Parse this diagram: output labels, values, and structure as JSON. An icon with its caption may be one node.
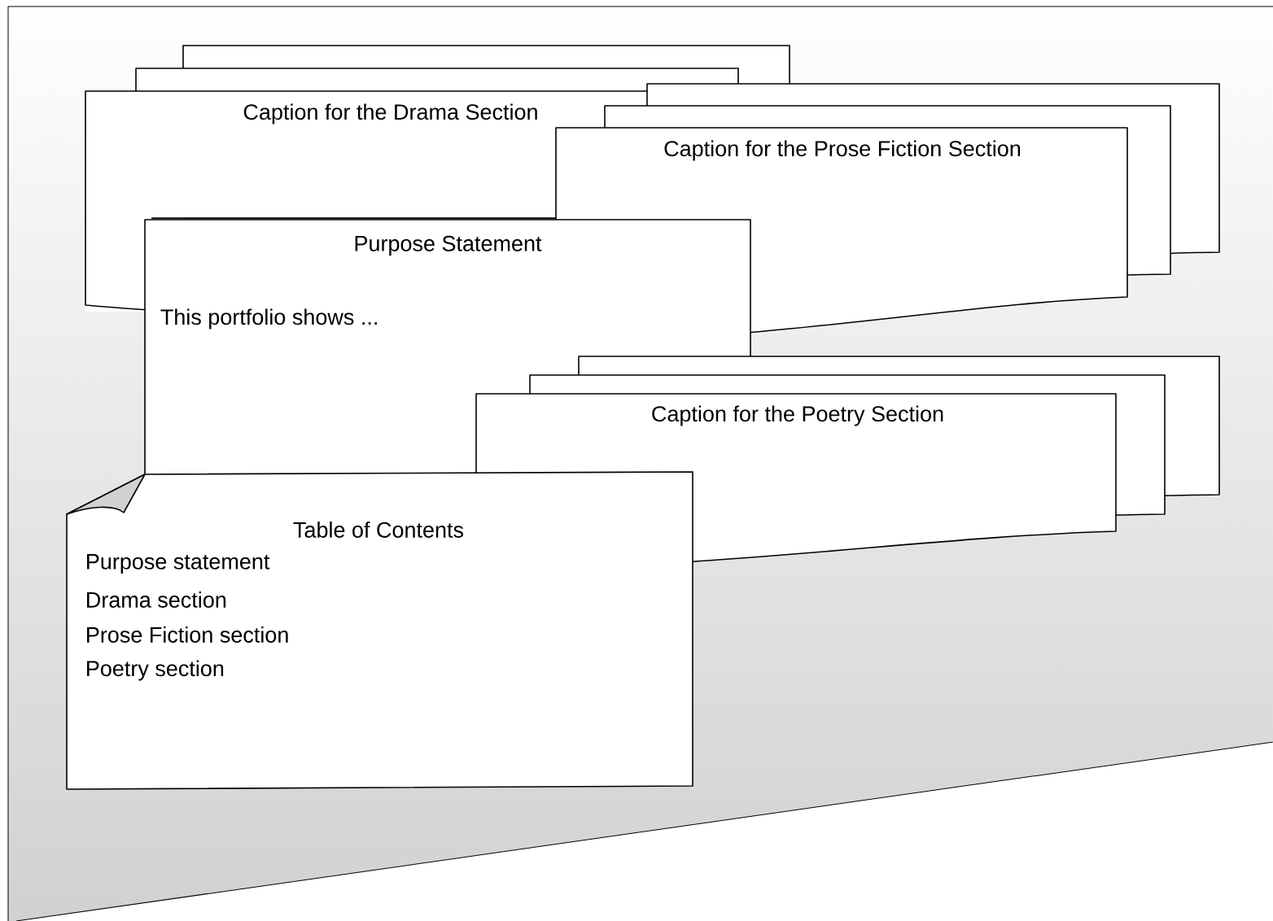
{
  "diagram": {
    "nodes": [
      {
        "text": [
          "Caption for the Drama Section"
        ]
      },
      {
        "text": [
          "Caption for the Prose Fiction Section"
        ]
      },
      {
        "text": [
          "Purpose Statement",
          "This portfolio shows ..."
        ]
      },
      {
        "text": [
          "Caption for the Poetry Section"
        ]
      },
      {
        "text": [
          "Table of Contents",
          "Purpose statement",
          "Drama section",
          "Prose Fiction section",
          "Poetry section"
        ]
      }
    ]
  }
}
